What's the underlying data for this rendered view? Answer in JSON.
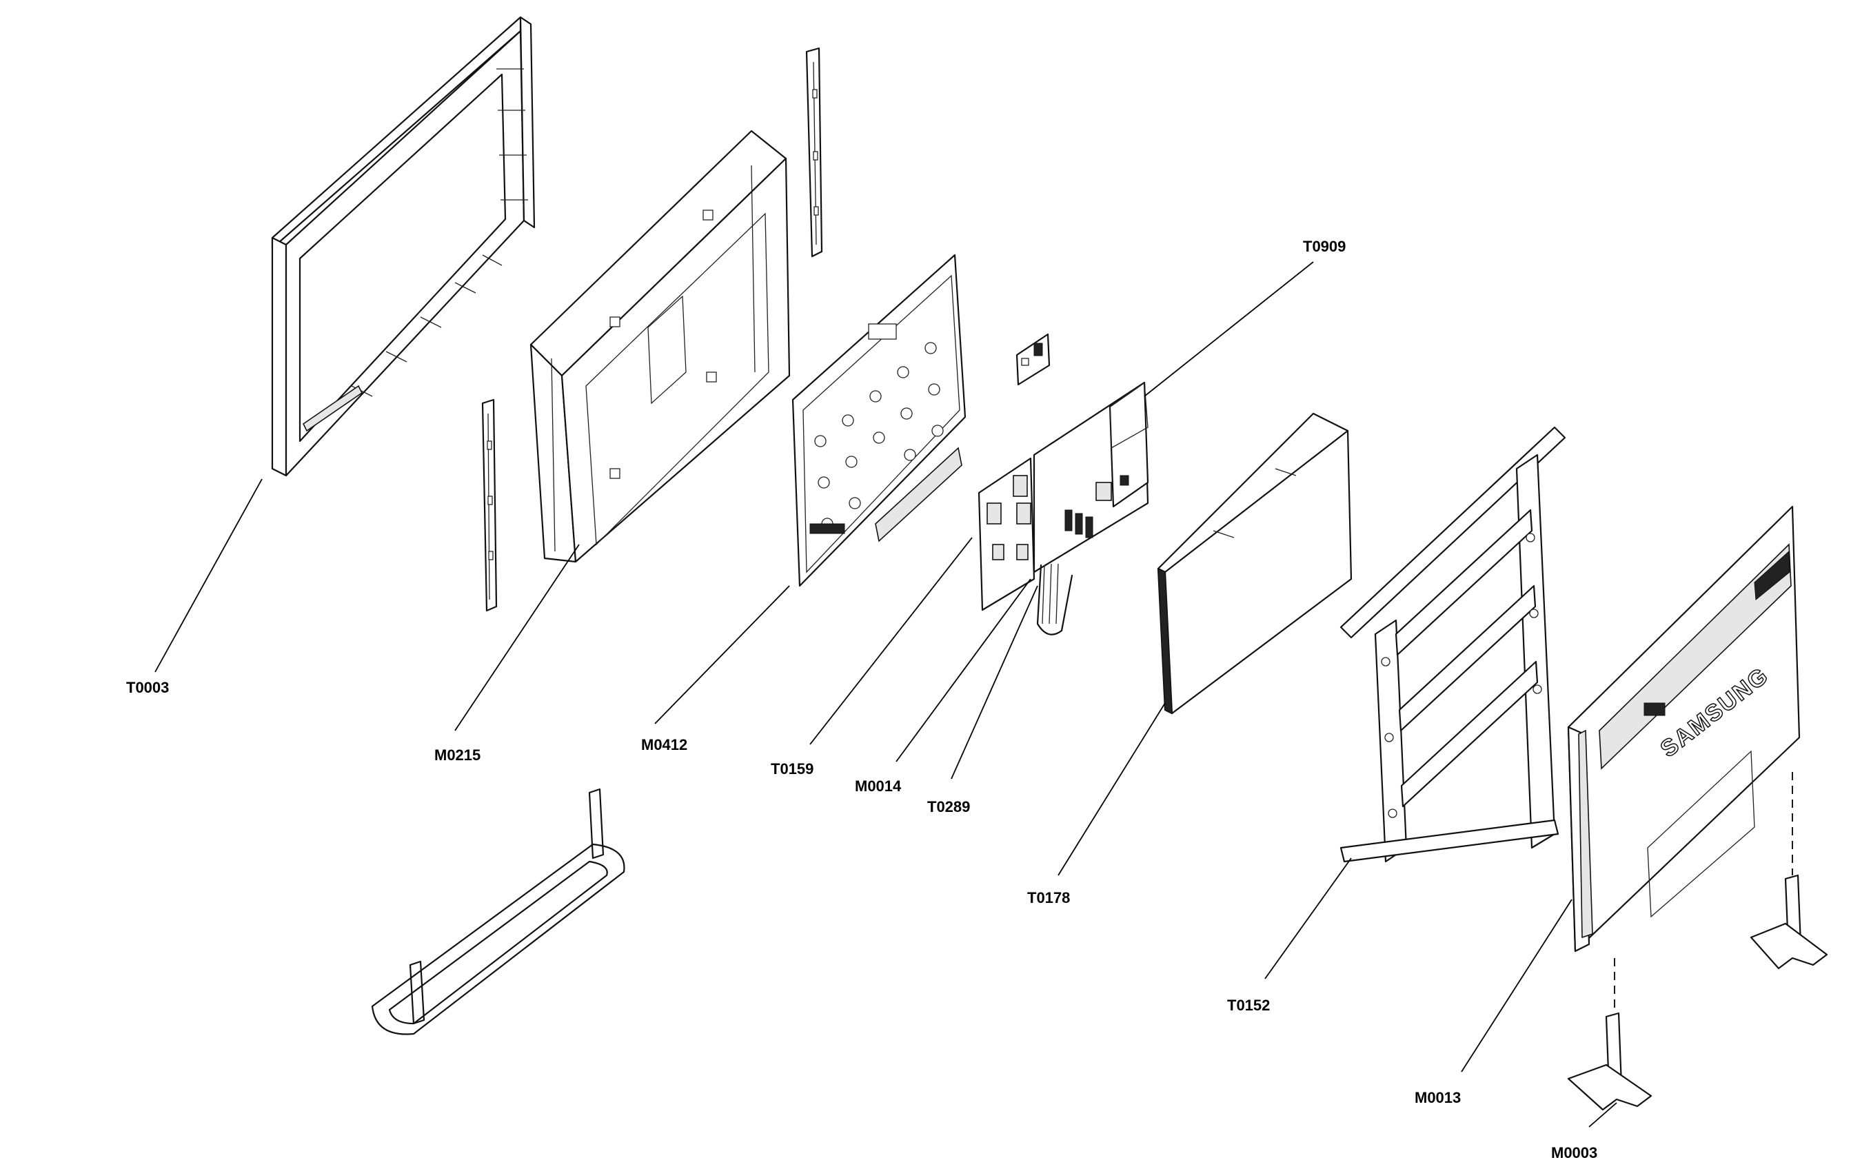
{
  "diagram": {
    "callouts": [
      {
        "id": "t0003",
        "label": "T0003"
      },
      {
        "id": "m0215",
        "label": "M0215"
      },
      {
        "id": "m0412",
        "label": "M0412"
      },
      {
        "id": "t0159",
        "label": "T0159"
      },
      {
        "id": "m0014",
        "label": "M0014"
      },
      {
        "id": "t0289",
        "label": "T0289"
      },
      {
        "id": "t0909",
        "label": "T0909"
      },
      {
        "id": "t0178",
        "label": "T0178"
      },
      {
        "id": "t0152",
        "label": "T0152"
      },
      {
        "id": "m0013",
        "label": "M0013"
      },
      {
        "id": "m0003",
        "label": "M0003"
      }
    ],
    "brand_text": "SAMSUNG"
  }
}
